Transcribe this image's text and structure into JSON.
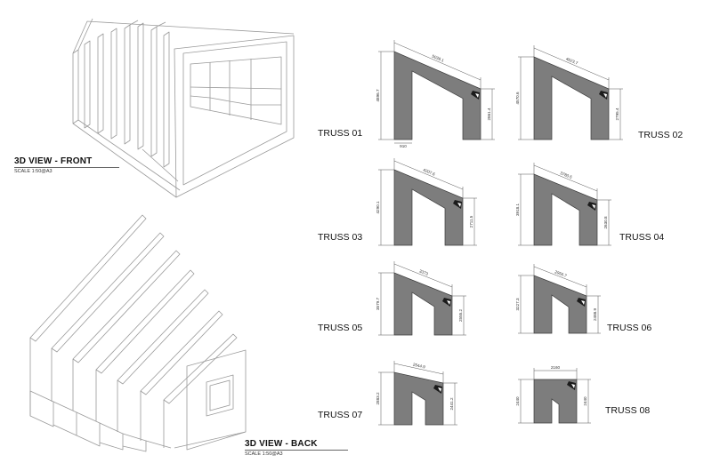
{
  "views": [
    {
      "id": "front",
      "title": "3D VIEW - FRONT",
      "scale": "SCALE 1:50@A3"
    },
    {
      "id": "back",
      "title": "3D VIEW - BACK",
      "scale": "SCALE 1:50@A3"
    }
  ],
  "trusses": [
    {
      "label": "TRUSS 01",
      "dims": {
        "top": "5039.1",
        "left": "4896.7",
        "right": "2861.4",
        "bottom": "910"
      }
    },
    {
      "label": "TRUSS 02",
      "dims": {
        "top": "4623.7",
        "left": "4570.6",
        "right": "2795.4"
      }
    },
    {
      "label": "TRUSS 03",
      "dims": {
        "top": "4207.6",
        "left": "4290.1",
        "right": "2711.5"
      }
    },
    {
      "label": "TRUSS 04",
      "dims": {
        "top": "3780.5",
        "left": "3918.1",
        "right": "2630.8"
      }
    },
    {
      "label": "TRUSS 05",
      "dims": {
        "top": "3373",
        "left": "3579.7",
        "right": "2555.2"
      }
    },
    {
      "label": "TRUSS 06",
      "dims": {
        "top": "2956.7",
        "left": "3227.3",
        "right": "2488.9"
      }
    },
    {
      "label": "TRUSS 07",
      "dims": {
        "top": "2544.9",
        "left": "2883.2",
        "right": "2441.2"
      }
    },
    {
      "label": "TRUSS 08",
      "dims": {
        "top": "2160",
        "left": "2440",
        "right": "2440"
      }
    }
  ]
}
